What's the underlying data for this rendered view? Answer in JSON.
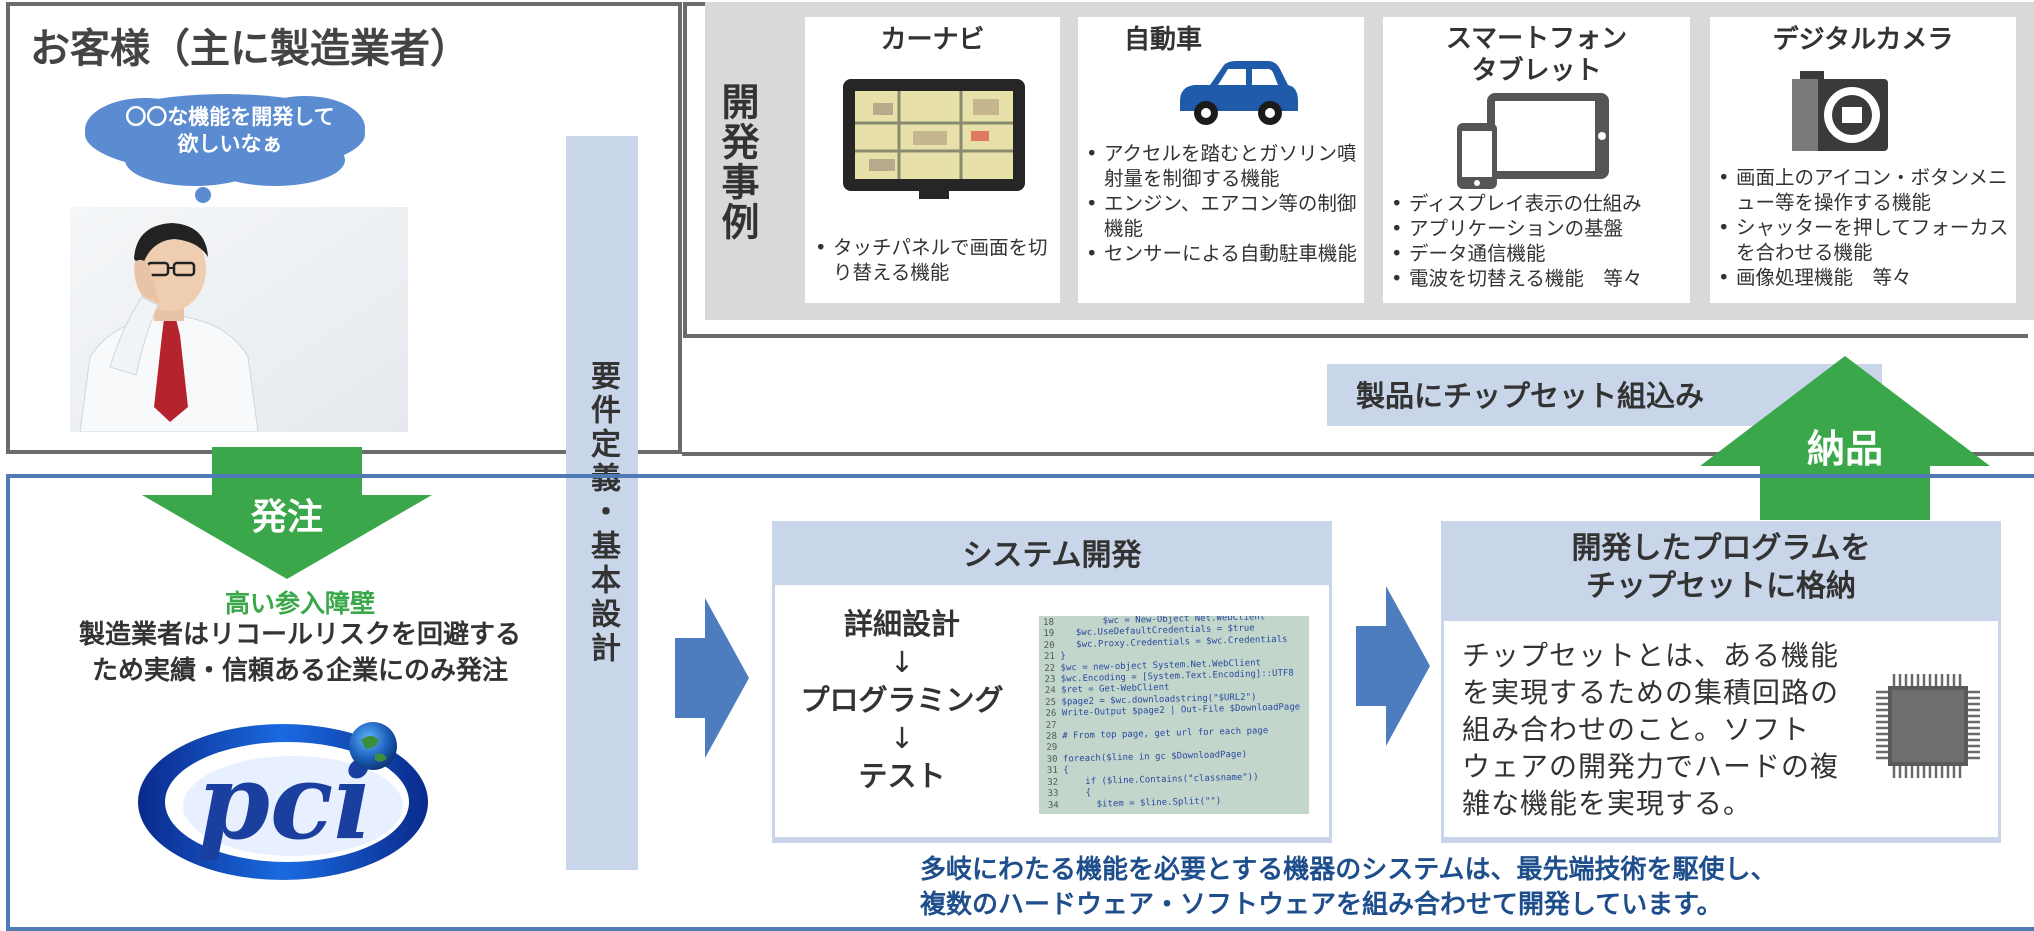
{
  "customer": {
    "title": "お客様（主に製造業者）",
    "bubble_line1": "〇〇な機能を開発して",
    "bubble_line2": "欲しいなぁ",
    "order_label": "発注",
    "barrier_title": "高い参入障壁",
    "barrier_line1": "製造業者はリコールリスクを回避する",
    "barrier_line2": "ため実績・信頼ある企業にのみ発注",
    "logo_text": "pci"
  },
  "requirements": {
    "label": "要件定義・基本設計"
  },
  "examples": {
    "vertical_label": "開発事例",
    "cards": [
      {
        "title": "カーナビ",
        "icon": "car-navigation-icon",
        "bullets": [
          "タッチパネルで画面を切り替える機能"
        ]
      },
      {
        "title": "自動車",
        "icon": "car-icon",
        "bullets": [
          "アクセルを踏むとガソリン噴射量を制御する機能",
          "エンジン、エアコン等の制御機能",
          "センサーによる自動駐車機能"
        ]
      },
      {
        "title_line1": "スマートフォン",
        "title_line2": "タブレット",
        "icon": "smartphone-tablet-icon",
        "bullets": [
          "ディスプレイ表示の仕組み",
          "アプリケーションの基盤",
          "データ通信機能",
          "電波を切替える機能　等々"
        ]
      },
      {
        "title": "デジタルカメラ",
        "icon": "digital-camera-icon",
        "bullets": [
          "画面上のアイコン・ボタンメニュー等を操作する機能",
          "シャッターを押してフォーカスを合わせる機能",
          "画像処理機能　等々"
        ]
      }
    ]
  },
  "chipset_embed": {
    "label": "製品にチップセット組込み"
  },
  "delivery": {
    "label": "納品"
  },
  "system_dev": {
    "title": "システム開発",
    "steps": [
      "詳細設計",
      "↓",
      "プログラミング",
      "↓",
      "テスト"
    ],
    "code_lines": [
      {
        "n": "18",
        "t": "        $wc = New-Object Net.WebClient"
      },
      {
        "n": "19",
        "t": "   $wc.UseDefaultCredentials = $true"
      },
      {
        "n": "20",
        "t": "   $wc.Proxy.Credentials = $wc.Credentials"
      },
      {
        "n": "21",
        "t": "}"
      },
      {
        "n": "22",
        "t": "$wc = new-object System.Net.WebClient"
      },
      {
        "n": "23",
        "t": "$wc.Encoding = [System.Text.Encoding]::UTF8"
      },
      {
        "n": "24",
        "t": "$ret = Get-WebClient"
      },
      {
        "n": "25",
        "t": "$page2 = $wc.downloadstring(\"$URL2\")"
      },
      {
        "n": "26",
        "t": "Write-Output $page2 | Out-File $DownloadPage"
      },
      {
        "n": "27",
        "t": ""
      },
      {
        "n": "28",
        "t": "# From top page, get url for each page"
      },
      {
        "n": "29",
        "t": ""
      },
      {
        "n": "30",
        "t": "foreach($line in gc $DownloadPage)"
      },
      {
        "n": "31",
        "t": "{"
      },
      {
        "n": "32",
        "t": "    if ($line.Contains(\"classname\"))"
      },
      {
        "n": "33",
        "t": "    {"
      },
      {
        "n": "34",
        "t": "      $item = $line.Split(\"\")"
      }
    ]
  },
  "chipset_store": {
    "title_line1": "開発したプログラムを",
    "title_line2": "チップセットに格納",
    "description": [
      "チップセットとは、ある機能",
      "を実現するための集積回路の",
      "組み合わせのこと。ソフト",
      "ウェアの開発力でハードの複",
      "雑な機能を実現する。"
    ]
  },
  "footer": {
    "line1": "多岐にわたる機能を必要とする機器のシステムは、最先端技術を駆使し、",
    "line2": "複数のハードウェア・ソフトウェアを組み合わせて開発しています。"
  },
  "colors": {
    "frame_gray": "#6b6b6b",
    "frame_blue": "#4f7ab5",
    "arrow_green": "#3aa84a",
    "arrow_blue": "#4e7dbf",
    "panel_blue": "#c9d6ea",
    "text_navy": "#1f4e8c",
    "bubble": "#5b8bd0"
  }
}
